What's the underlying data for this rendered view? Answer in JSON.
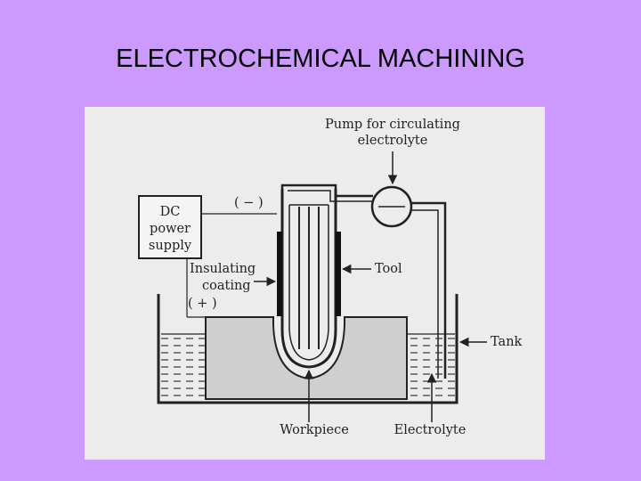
{
  "slide": {
    "title": "ELECTROCHEMICAL MACHINING"
  },
  "diagram": {
    "labels": {
      "pump_line1": "Pump for circulating",
      "pump_line2": "electrolyte",
      "dc_line1": "DC",
      "dc_line2": "power",
      "dc_line3": "supply",
      "negative": "( − )",
      "positive": "( + )",
      "insulating_line1": "Insulating",
      "insulating_line2": "coating",
      "tool": "Tool",
      "tank": "Tank",
      "workpiece": "Workpiece",
      "electrolyte": "Electrolyte"
    },
    "colors": {
      "background": "#cc99ff",
      "figure_bg": "#ececec",
      "ink": "#222222",
      "workpiece_fill": "#cfcfcf"
    }
  }
}
